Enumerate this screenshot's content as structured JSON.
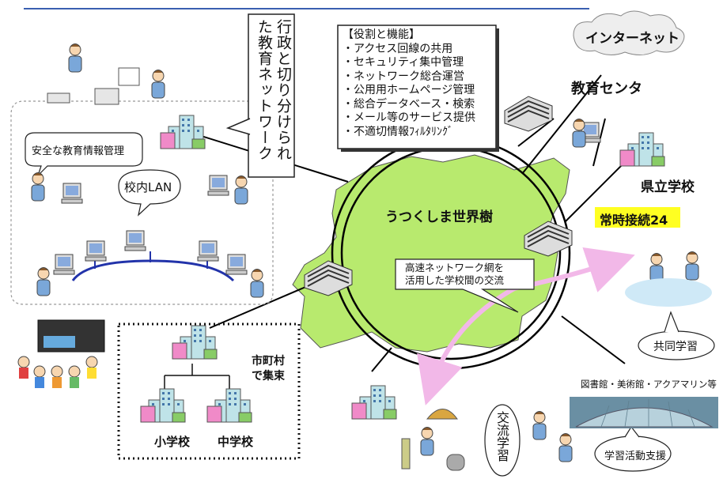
{
  "header_line_color": "#3a5fb0",
  "district_label": "行政と切り分けられた教育ネットワーク",
  "roles": {
    "title": "【役割と機能】",
    "items": [
      "・アクセス回線の共用",
      "・セキュリティ集中管理",
      "・ネットワーク総合運営",
      "・公用用ホームページ管理",
      "・総合データベース・検索",
      "・メール等のサービス提供",
      "・不適切情報ﾌｨﾙﾀﾘﾝｸﾞ"
    ]
  },
  "internet": "インターネット",
  "education_center": "教育センタ",
  "prefectural_school": "県立学校",
  "always_connected": "常時接続24",
  "network_name": "うつくしま世界樹",
  "exchange_note": [
    "高速ネットワーク網を",
    "活用した学校間の交流"
  ],
  "safe_management": "安全な教育情報管理",
  "school_lan": "校内LAN",
  "municipal_group": [
    "市町村",
    "で集束"
  ],
  "elementary_school": "小学校",
  "junior_high_school": "中学校",
  "joint_learning": "共同学習",
  "facilities": "図書館・美術館・アクアマリン等",
  "learning_support": "学習活動支援",
  "exchange_learning": "交流学習",
  "colors": {
    "region_green": "#b8ea6e",
    "arrow_pink": "#f2b8e8",
    "highlight_yellow": "#ffff22",
    "lan_blue": "#2233aa"
  }
}
